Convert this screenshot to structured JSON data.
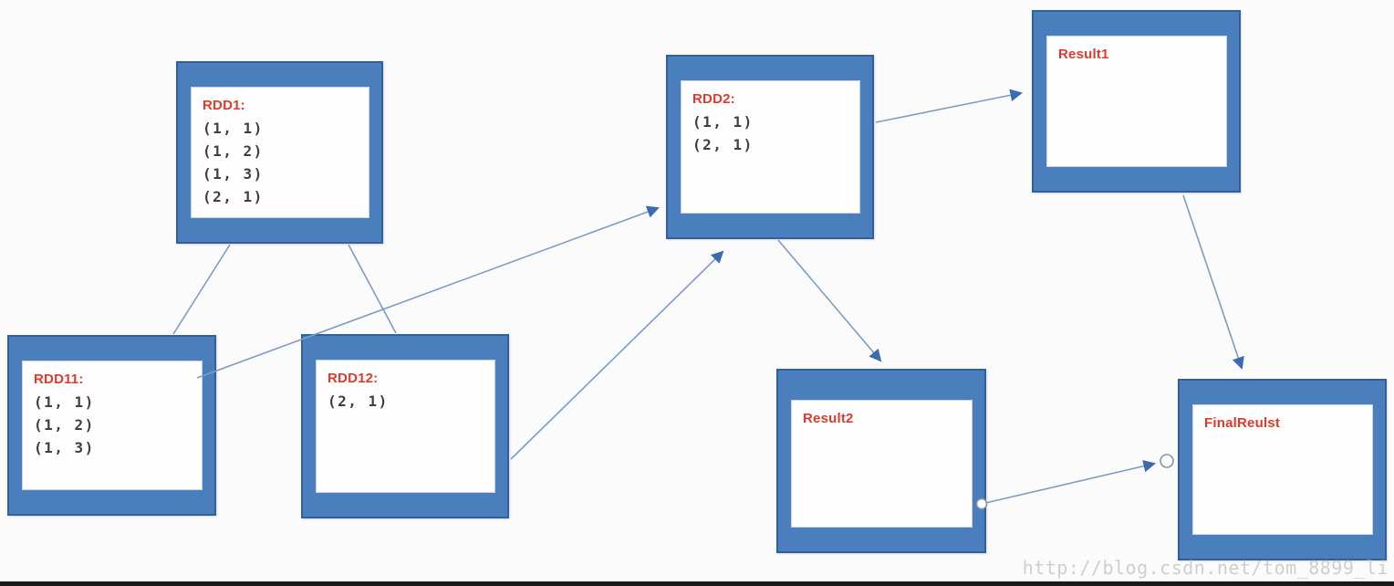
{
  "diagram": {
    "kind": "spark-rdd-lineage",
    "colors": {
      "background": "#fbfbfb",
      "node_fill": "#4a7ebd",
      "node_border": "#31619c",
      "node_inner": "#fefefe",
      "title_red": "#e13a2c",
      "tuple_text": "#3f3f3f",
      "edge_line": "#7d9cc4",
      "edge_arrowhead": "#3c6cb0",
      "connector_dot_stroke": "#8a959f",
      "watermark_gray": "#cfcfca"
    },
    "nodes": {
      "rdd1": {
        "title": "RDD1:",
        "items": [
          "(1, 1)",
          "(1, 2)",
          "(1, 3)",
          "(2, 1)"
        ]
      },
      "rdd11": {
        "title": "RDD11:",
        "items": [
          "(1, 1)",
          "(1, 2)",
          "(1, 3)"
        ]
      },
      "rdd12": {
        "title": "RDD12:",
        "items": [
          "(2, 1)"
        ]
      },
      "rdd2": {
        "title": "RDD2:",
        "items": [
          "(1, 1)",
          "(2, 1)"
        ]
      },
      "result1": {
        "title": "Result1",
        "items": []
      },
      "result2": {
        "title": "Result2",
        "items": []
      },
      "finalreulst": {
        "title": "FinalReulst",
        "items": []
      }
    },
    "edges": [
      {
        "from": "RDD1",
        "to": "RDD11",
        "arrow": false
      },
      {
        "from": "RDD1",
        "to": "RDD12",
        "arrow": false
      },
      {
        "from": "RDD11",
        "to": "RDD2",
        "arrow": true
      },
      {
        "from": "RDD12",
        "to": "RDD2",
        "arrow": true
      },
      {
        "from": "RDD2",
        "to": "Result1",
        "arrow": true
      },
      {
        "from": "RDD2",
        "to": "Result2",
        "arrow": true
      },
      {
        "from": "Result1",
        "to": "FinalReulst",
        "arrow": true
      },
      {
        "from": "Result2",
        "to": "FinalReulst",
        "arrow": true,
        "connector_dots": true
      }
    ],
    "watermark": "http://blog.csdn.net/tom_8899_li"
  }
}
